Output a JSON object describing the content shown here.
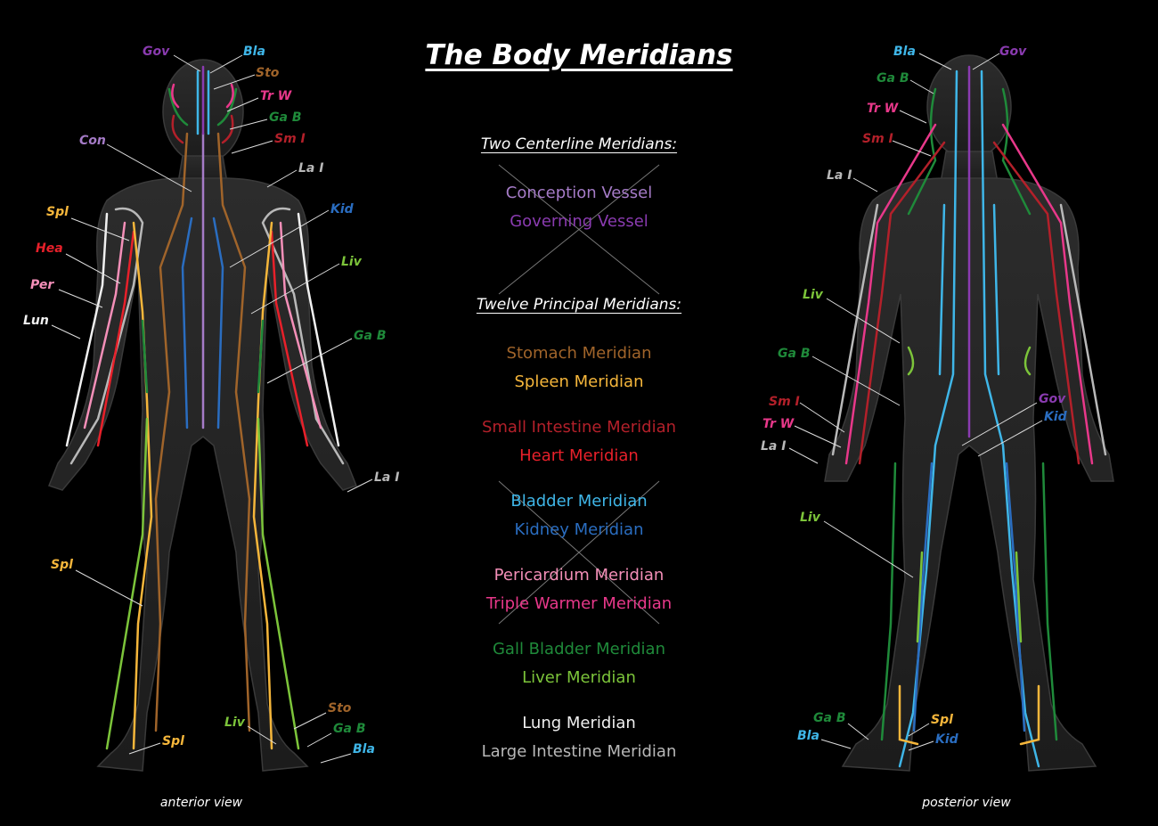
{
  "title": "The Body Meridians",
  "centerline_heading": "Two Centerline Meridians:",
  "principal_heading": "Twelve Principal Meridians:",
  "centerline_meridians": [
    {
      "name": "Conception Vessel",
      "color": "#a57bc7"
    },
    {
      "name": "Governing Vessel",
      "color": "#8a3bb0"
    }
  ],
  "principal_meridians": [
    {
      "name": "Stomach Meridian",
      "color": "#a0642a"
    },
    {
      "name": "Spleen Meridian",
      "color": "#f5b63b"
    },
    {
      "name": "Small Intestine Meridian",
      "color": "#b3202a"
    },
    {
      "name": "Heart Meridian",
      "color": "#e8202a"
    },
    {
      "name": "Bladder Meridian",
      "color": "#3fb6e8"
    },
    {
      "name": "Kidney Meridian",
      "color": "#2a6dc0"
    },
    {
      "name": "Pericardium Meridian",
      "color": "#f48fb8"
    },
    {
      "name": "Triple Warmer Meridian",
      "color": "#e8388a"
    },
    {
      "name": "Gall Bladder Meridian",
      "color": "#1f8a3a"
    },
    {
      "name": "Liver Meridian",
      "color": "#7cc43a"
    },
    {
      "name": "Lung Meridian",
      "color": "#f0f0f0"
    },
    {
      "name": "Large Intestine Meridian",
      "color": "#b8b8b8"
    }
  ],
  "views": {
    "anterior": "anterior view",
    "posterior": "posterior view"
  },
  "anterior_labels": [
    {
      "text": "Gov",
      "color": "#8a3bb0"
    },
    {
      "text": "Bla",
      "color": "#3fb6e8"
    },
    {
      "text": "Sto",
      "color": "#a0642a"
    },
    {
      "text": "Tr W",
      "color": "#e8388a"
    },
    {
      "text": "Ga B",
      "color": "#1f8a3a"
    },
    {
      "text": "Sm I",
      "color": "#b3202a"
    },
    {
      "text": "Con",
      "color": "#a57bc7"
    },
    {
      "text": "La I",
      "color": "#b8b8b8"
    },
    {
      "text": "Kid",
      "color": "#2a6dc0"
    },
    {
      "text": "Spl",
      "color": "#f5b63b"
    },
    {
      "text": "Hea",
      "color": "#e8202a"
    },
    {
      "text": "Liv",
      "color": "#7cc43a"
    },
    {
      "text": "Per",
      "color": "#f48fb8"
    },
    {
      "text": "Lun",
      "color": "#f0f0f0"
    },
    {
      "text": "Ga B",
      "color": "#1f8a3a"
    },
    {
      "text": "La I",
      "color": "#b8b8b8"
    },
    {
      "text": "Spl",
      "color": "#f5b63b"
    },
    {
      "text": "Sto",
      "color": "#a0642a"
    },
    {
      "text": "Liv",
      "color": "#7cc43a"
    },
    {
      "text": "Ga B",
      "color": "#1f8a3a"
    },
    {
      "text": "Spl",
      "color": "#f5b63b"
    },
    {
      "text": "Bla",
      "color": "#3fb6e8"
    }
  ],
  "posterior_labels": [
    {
      "text": "Bla",
      "color": "#3fb6e8"
    },
    {
      "text": "Gov",
      "color": "#8a3bb0"
    },
    {
      "text": "Ga B",
      "color": "#1f8a3a"
    },
    {
      "text": "Tr W",
      "color": "#e8388a"
    },
    {
      "text": "Sm I",
      "color": "#b3202a"
    },
    {
      "text": "La I",
      "color": "#b8b8b8"
    },
    {
      "text": "Liv",
      "color": "#7cc43a"
    },
    {
      "text": "Ga B",
      "color": "#1f8a3a"
    },
    {
      "text": "Sm I",
      "color": "#b3202a"
    },
    {
      "text": "Tr W",
      "color": "#e8388a"
    },
    {
      "text": "La I",
      "color": "#b8b8b8"
    },
    {
      "text": "Gov",
      "color": "#8a3bb0"
    },
    {
      "text": "Kid",
      "color": "#2a6dc0"
    },
    {
      "text": "Liv",
      "color": "#7cc43a"
    },
    {
      "text": "Ga B",
      "color": "#1f8a3a"
    },
    {
      "text": "Spl",
      "color": "#f5b63b"
    },
    {
      "text": "Bla",
      "color": "#3fb6e8"
    },
    {
      "text": "Kid",
      "color": "#2a6dc0"
    }
  ]
}
